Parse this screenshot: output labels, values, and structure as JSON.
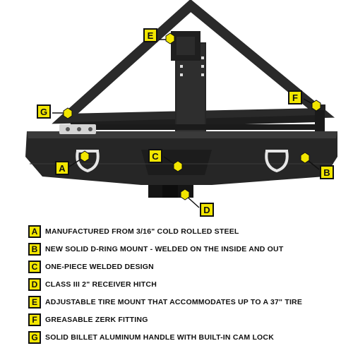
{
  "callouts": {
    "A": "A",
    "B": "B",
    "C": "C",
    "D": "D",
    "E": "E",
    "F": "F",
    "G": "G"
  },
  "legend": [
    {
      "letter": "A",
      "text": "Manufactured from 3/16\" cold rolled steel"
    },
    {
      "letter": "B",
      "text": "New solid D-ring mount - welded on the inside and out"
    },
    {
      "letter": "C",
      "text": "One-piece welded design"
    },
    {
      "letter": "D",
      "text": "Class III 2\" receiver hitch"
    },
    {
      "letter": "E",
      "text": "Adjustable tire mount that accommodates up to a 37\" tire"
    },
    {
      "letter": "F",
      "text": "Greasable zerk fitting"
    },
    {
      "letter": "G",
      "text": "Solid billet aluminum handle with built-in cam lock"
    }
  ],
  "colors": {
    "badge": "#f2e600",
    "steel": "#2b2b2b",
    "shackle": "#e8e8e8"
  }
}
